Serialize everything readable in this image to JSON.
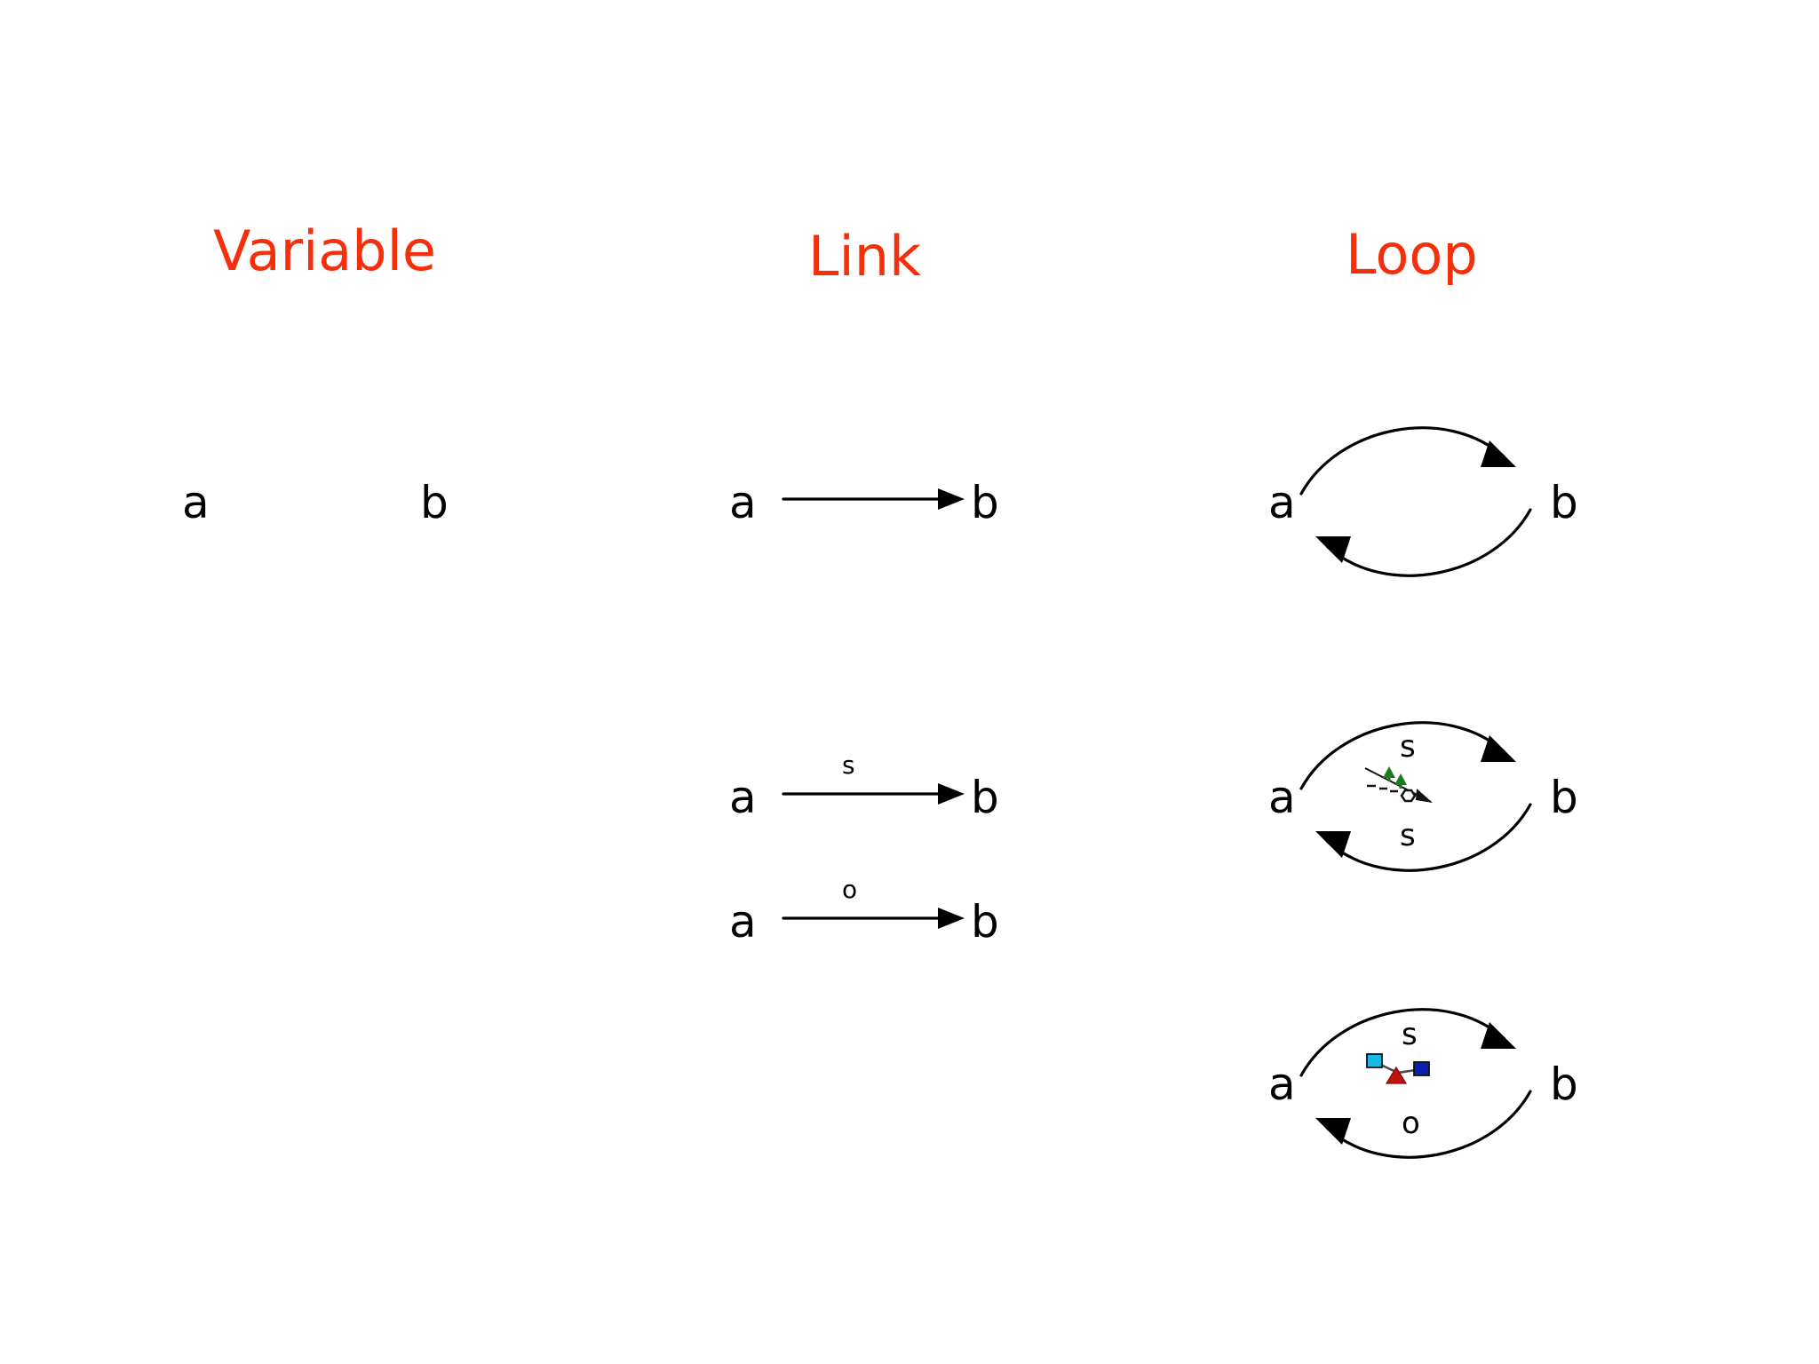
{
  "slide": {
    "background_color": "#ffffff",
    "title_color": "#F42F0C",
    "node_color": "#000000"
  },
  "columns": [
    {
      "id": "variable",
      "title": "Variable"
    },
    {
      "id": "link",
      "title": "Link"
    },
    {
      "id": "loop",
      "title": "Loop"
    }
  ],
  "variable_column": {
    "rows": [
      {
        "left_node": "a",
        "right_node": "b"
      }
    ]
  },
  "link_column": {
    "rows": [
      {
        "left_node": "a",
        "right_node": "b",
        "edge_label": ""
      },
      {
        "left_node": "a",
        "right_node": "b",
        "edge_label": "s"
      },
      {
        "left_node": "a",
        "right_node": "b",
        "edge_label": "o"
      }
    ]
  },
  "loop_column": {
    "rows": [
      {
        "left_node": "a",
        "right_node": "b",
        "top_label": "",
        "bottom_label": "",
        "center_icon": ""
      },
      {
        "left_node": "a",
        "right_node": "b",
        "top_label": "s",
        "bottom_label": "s",
        "center_icon": "ski-slope-trees-icon"
      },
      {
        "left_node": "a",
        "right_node": "b",
        "top_label": "s",
        "bottom_label": "o",
        "center_icon": "balance-seesaw-icon"
      }
    ]
  },
  "icons": {
    "ski_slope_trees": {
      "name": "ski-slope-trees-icon",
      "tree_color": "#1F7A1F",
      "line_color": "#111111",
      "marker_color": "#111111"
    },
    "balance_seesaw": {
      "name": "balance-seesaw-icon",
      "left_square_color": "#18B8E8",
      "right_square_color": "#0B1FB0",
      "fulcrum_color": "#C41010",
      "beam_color": "#444444"
    }
  }
}
